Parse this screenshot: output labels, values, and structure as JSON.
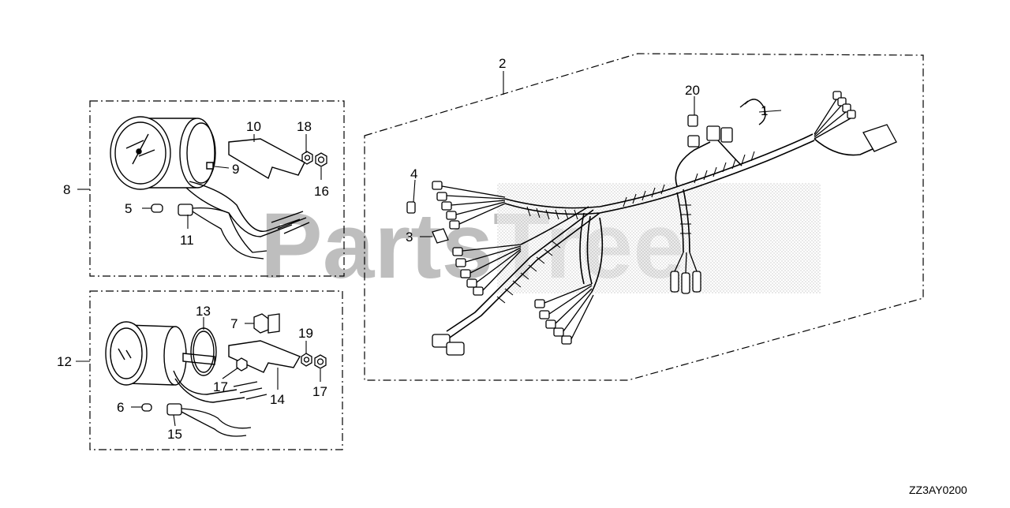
{
  "diagram": {
    "drawing_code": "ZZ3AY0200",
    "watermark": "PartsTree",
    "callouts": [
      {
        "id": "c1",
        "label": "1"
      },
      {
        "id": "c2",
        "label": "2"
      },
      {
        "id": "c3",
        "label": "3"
      },
      {
        "id": "c4",
        "label": "4"
      },
      {
        "id": "c5",
        "label": "5"
      },
      {
        "id": "c6",
        "label": "6"
      },
      {
        "id": "c7",
        "label": "7"
      },
      {
        "id": "c8",
        "label": "8"
      },
      {
        "id": "c9",
        "label": "9"
      },
      {
        "id": "c10",
        "label": "10"
      },
      {
        "id": "c11",
        "label": "11"
      },
      {
        "id": "c12",
        "label": "12"
      },
      {
        "id": "c13",
        "label": "13"
      },
      {
        "id": "c14",
        "label": "14"
      },
      {
        "id": "c15",
        "label": "15"
      },
      {
        "id": "c16",
        "label": "16"
      },
      {
        "id": "c17a",
        "label": "17"
      },
      {
        "id": "c17b",
        "label": "17"
      },
      {
        "id": "c18",
        "label": "18"
      },
      {
        "id": "c19",
        "label": "19"
      },
      {
        "id": "c20",
        "label": "20"
      }
    ]
  }
}
